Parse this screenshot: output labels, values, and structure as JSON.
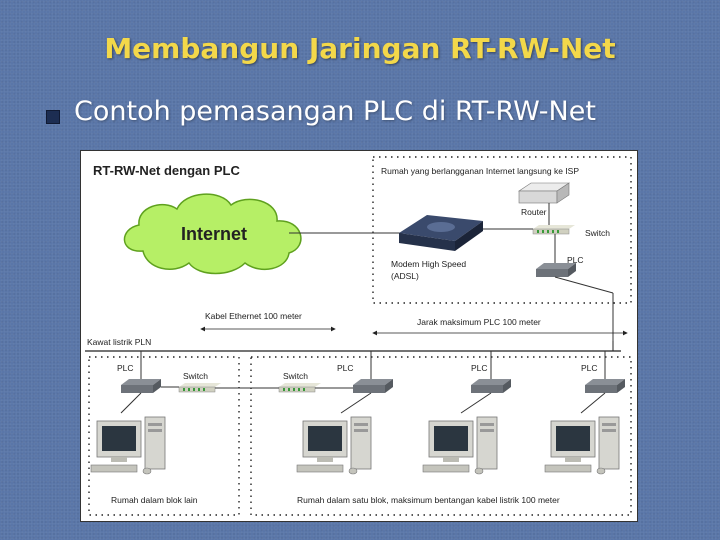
{
  "slide": {
    "title": "Membangun Jaringan RT-RW-Net",
    "bullet": "Contoh pemasangan PLC di RT-RW-Net"
  },
  "diagram": {
    "heading": "RT-RW-Net dengan PLC",
    "internet": "Internet",
    "isp_house": "Rumah yang berlangganan Internet langsung ke ISP",
    "router": "Router",
    "switch_top": "Switch",
    "modem_line1": "Modem High Speed",
    "modem_line2": "(ADSL)",
    "plc_top": "PLC",
    "ethernet_cable": "Kabel Ethernet 100 meter",
    "plc_distance": "Jarak maksimum PLC 100 meter",
    "power_cable": "Kawat listrik PLN",
    "plc_left": "PLC",
    "switch_left": "Switch",
    "switch_mid": "Switch",
    "plc_b1": "PLC",
    "plc_b2": "PLC",
    "plc_b3": "PLC",
    "house_other_block": "Rumah dalam blok lain",
    "house_same_block": "Rumah dalam satu blok, maksimum bentangan kabel listrik 100 meter"
  }
}
